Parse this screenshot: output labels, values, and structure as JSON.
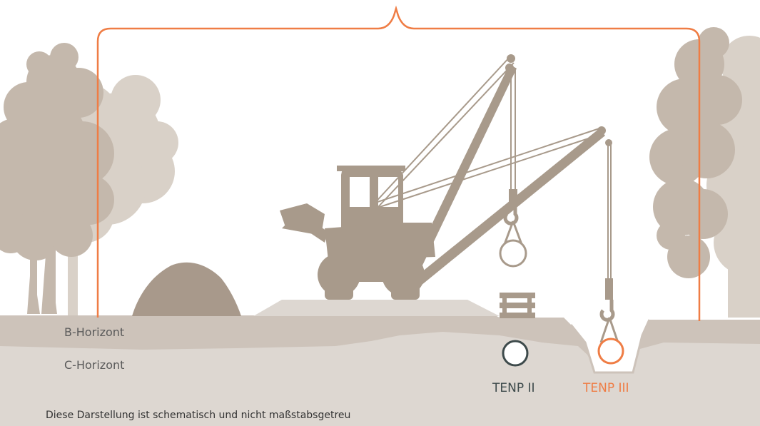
{
  "labels": {
    "b_horizon": "B-Horizont",
    "c_horizon": "C-Horizont",
    "tenp2": "TENP II",
    "tenp3": "TENP III",
    "disclaimer": "Diese Darstellung ist schematisch und nicht maßstabsgetreu"
  },
  "colors": {
    "accent_orange": "#ef7d45",
    "pipe_dark": "#3d4a4b",
    "machine": "#a89a8b",
    "tree_dark": "#c4b8ac",
    "tree_light": "#d9d1c8",
    "soil_b": "#cdc3ba",
    "soil_c": "#ddd7d1",
    "mound": "#a8998b"
  }
}
